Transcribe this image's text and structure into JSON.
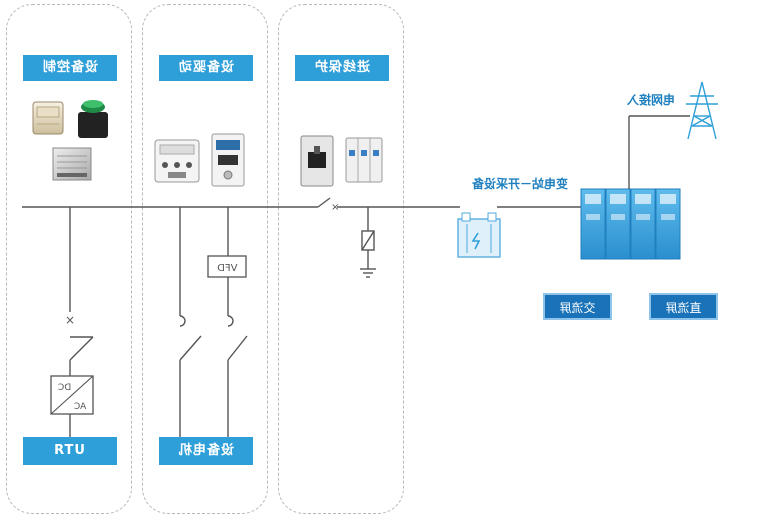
{
  "panels": {
    "control": {
      "header": "设备控制",
      "footer": "RTU"
    },
    "drive": {
      "header": "设备驱动",
      "footer": "设备电机",
      "vfd_label": "VFD"
    },
    "protection": {
      "header": "进线保护"
    }
  },
  "converter": {
    "dc": "DC",
    "ac": "AC"
  },
  "substation": {
    "grid_label": "电网接入",
    "station_label": "变电站－开采设备",
    "ac_panel": "交流屏",
    "dc_panel": "直流屏"
  },
  "colors": {
    "header_blue": "#2e9fd9",
    "label_blue": "#1a73b8",
    "line": "#555555",
    "cabinet": "#3aa6e0"
  }
}
